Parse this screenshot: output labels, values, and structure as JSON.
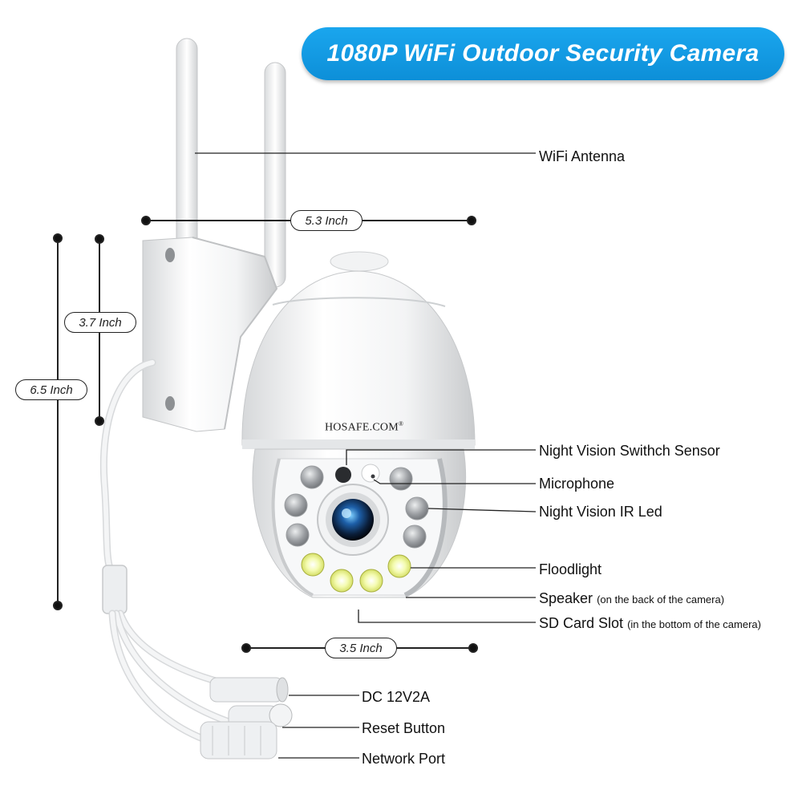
{
  "title": "1080P WiFi Outdoor Security Camera",
  "brand": "HOSAFE.COM",
  "brand_mark": "®",
  "dimensions": {
    "width_top": "5.3 Inch",
    "height_head": "3.7 Inch",
    "height_total": "6.5 Inch",
    "width_bottom": "3.5 Inch"
  },
  "labels": {
    "wifi_antenna": "WiFi Antenna",
    "night_vision_sensor": "Night Vision Swithch Sensor",
    "microphone": "Microphone",
    "night_vision_ir": "Night Vision IR Led",
    "floodlight": "Floodlight",
    "speaker": "Speaker",
    "speaker_note": "(on the back of the camera)",
    "sd_card": "SD Card Slot",
    "sd_card_note": "(in the bottom of the camera)",
    "dc": "DC 12V2A",
    "reset": "Reset Button",
    "network": "Network Port"
  },
  "colors": {
    "banner": "#1aa6ee",
    "line": "#222222",
    "ir_led": "#8c8f94",
    "floodlight": "#e8f26a"
  }
}
